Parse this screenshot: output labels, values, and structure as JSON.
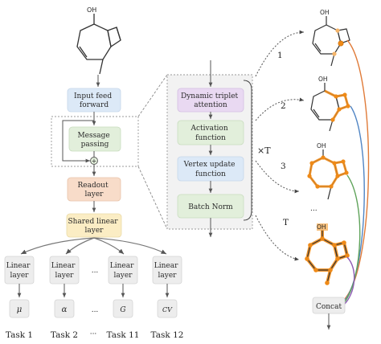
{
  "left_pipeline": {
    "oh_label": "OH",
    "input_feed_forward": [
      "Input feed",
      "forward"
    ],
    "message_passing": [
      "Message",
      "passing"
    ],
    "plus": "+",
    "readout_layer": [
      "Readout",
      "layer"
    ],
    "shared_linear_layer": [
      "Shared linear",
      "layer"
    ]
  },
  "tasks": [
    {
      "layer": [
        "Linear",
        "layer"
      ],
      "output": "μ",
      "task": "Task 1"
    },
    {
      "layer": [
        "Linear",
        "layer"
      ],
      "output": "α",
      "task": "Task 2"
    },
    {
      "layer": [
        "Linear",
        "layer"
      ],
      "output": "G",
      "task": "Task 11"
    },
    {
      "layer": [
        "Linear",
        "layer"
      ],
      "output": "CV",
      "task": "Task 12"
    }
  ],
  "ellipsis": "...",
  "task_ellipsis": "···",
  "middle_block": {
    "dynamic_triplet_attention": [
      "Dynamic triplet",
      "attention"
    ],
    "activation_function": [
      "Activation",
      "function"
    ],
    "vertex_update_function": [
      "Vertex update",
      "function"
    ],
    "batch_norm": "Batch Norm",
    "repeat_label": "×T"
  },
  "right_steps": {
    "labels": [
      "1",
      "2",
      "3",
      "T"
    ],
    "oh_label": "OH",
    "ellipsis": "...",
    "concat": "Concat"
  },
  "colors": {
    "blue_box": "#dce9f7",
    "green_box": "#e2efdb",
    "orange_box": "#f8dcc9",
    "yellow_box": "#fbedc4",
    "purple_box": "#e9d9f2",
    "gray_box": "#ededed",
    "highlight": "#ef8a17",
    "curve_orange": "#e07b39",
    "curve_blue": "#4f84c4",
    "curve_green": "#5fa35a",
    "curve_purple": "#8e5bb5"
  }
}
